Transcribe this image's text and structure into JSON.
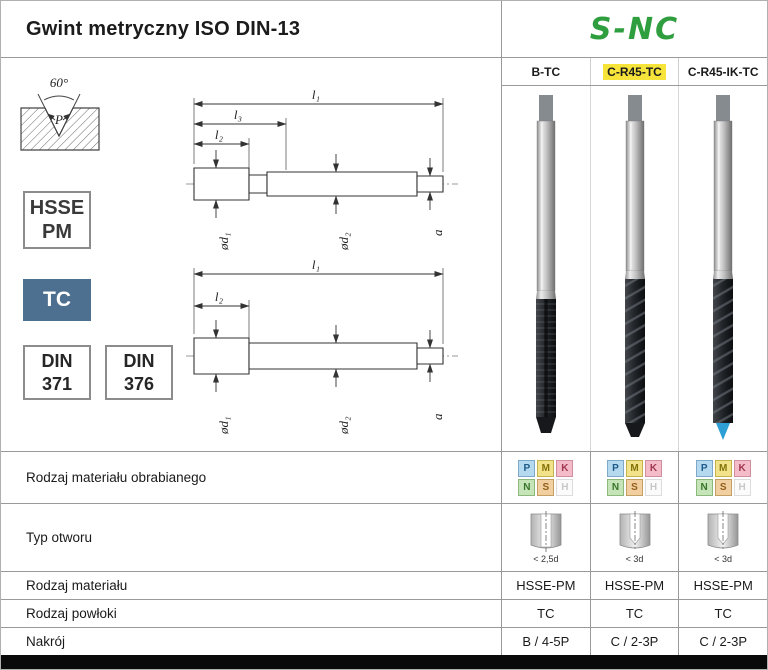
{
  "colors": {
    "brand_green": "#2f9e3f",
    "highlight_yellow": "#f6e43b",
    "tc_badge_blue": "#4d7090",
    "chip_p": "#b5d9ee",
    "chip_m": "#f2e38a",
    "chip_k": "#f4bcc8",
    "chip_n": "#c5e5b8",
    "chip_s": "#f2cfa0",
    "chip_h": "#fbfbfb"
  },
  "header": {
    "title": "Gwint metryczny ISO DIN-13",
    "brand": "S-NC"
  },
  "badges": {
    "hsse_line1": "HSSE",
    "hsse_line2": "PM",
    "tc": "TC",
    "din371_line1": "DIN",
    "din371_line2": "371",
    "din376_line1": "DIN",
    "din376_line2": "376"
  },
  "drawing": {
    "angle": "60°",
    "pitch": "P",
    "dim_l1": "l₁",
    "dim_l2": "l₂",
    "dim_l3": "l₃",
    "dim_d1": "ød₁",
    "dim_d2": "ød₂",
    "dim_a": "a"
  },
  "icons": {
    "thread_profile": "v-groove-60deg-hatched",
    "hole_through": "through-hole-cylinder",
    "hole_blind": "blind-hole-cylinder"
  },
  "table": {
    "row_material_group": "Rodzaj materiału obrabianego",
    "row_hole_type": "Typ otworu",
    "row_material": "Rodzaj materiału",
    "row_coating": "Rodzaj powłoki",
    "row_chamfer": "Nakrój"
  },
  "material_chips": {
    "letters": [
      "P",
      "M",
      "K",
      "N",
      "S",
      "H"
    ],
    "inactive": [
      "H"
    ]
  },
  "columns": [
    {
      "label": "B-TC",
      "highlight": false,
      "hole_note": "< 2,5d",
      "material": "HSSE-PM",
      "coating": "TC",
      "chamfer": "B / 4-5P"
    },
    {
      "label": "C-R45-TC",
      "highlight": true,
      "hole_note": "< 3d",
      "material": "HSSE-PM",
      "coating": "TC",
      "chamfer": "C / 2-3P"
    },
    {
      "label": "C-R45-IK-TC",
      "highlight": false,
      "hole_note": "< 3d",
      "material": "HSSE-PM",
      "coating": "TC",
      "chamfer": "C / 2-3P"
    }
  ]
}
